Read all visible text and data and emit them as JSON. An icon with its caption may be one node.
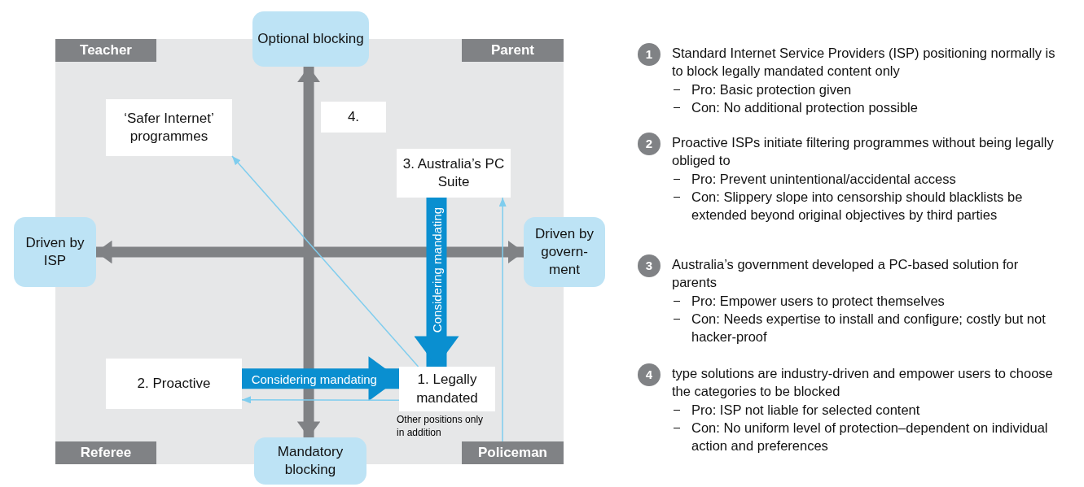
{
  "diagram": {
    "nodes": [
      {
        "text": [
          "Teacher"
        ]
      },
      {
        "text": [
          "Parent"
        ]
      },
      {
        "text": [
          "Optional blocking"
        ]
      },
      {
        "text": [
          "Driven by ISP"
        ]
      },
      {
        "text": [
          "Driven by govern-ment"
        ]
      },
      {
        "text": [
          "Mandatory blocking"
        ]
      },
      {
        "text": [
          "Referee"
        ]
      },
      {
        "text": [
          "Policeman"
        ]
      },
      {
        "text": [
          "‘Safer Internet’ programmes"
        ]
      },
      {
        "text": [
          "4."
        ]
      },
      {
        "text": [
          "3. Australia’s PC Suite"
        ]
      },
      {
        "text": [
          "2. Proactive"
        ]
      },
      {
        "text": [
          "1. Legally mandated"
        ]
      },
      {
        "text": [
          "1"
        ],
        "beside": [
          "Standard Internet Service Providers (ISP) positioning normally is to block legally mandated content only",
          "Pro: Basic protection given",
          "Con: No additional protection possible"
        ]
      },
      {
        "text": [
          "2"
        ],
        "beside": [
          "Proactive ISPs initiate filtering programmes without being legally obliged to",
          "Pro: Prevent unintentional/accidental access",
          "Con: Slippery slope into censorship should blacklists be extended beyond original objectives by third parties"
        ]
      },
      {
        "text": [
          "3"
        ],
        "beside": [
          "Australia’s government developed a PC-based solution for parents",
          "Pro: Empower users to protect themselves",
          "Con: Needs expertise to install and configure; costly but not hacker-proof"
        ]
      },
      {
        "text": [
          "4"
        ],
        "beside": [
          "type solutions are industry-driven and empower users to choose the categories to be blocked",
          "Pro: ISP not liable for selected content",
          "Con: No uniform level of protection–dependent on individual action and preferences"
        ]
      }
    ],
    "edges": [
      {
        "from": 5,
        "to": 2,
        "arrow": "both",
        "color": "#808285"
      },
      {
        "from": 3,
        "to": 4,
        "arrow": "both",
        "color": "#808285"
      },
      {
        "from": 11,
        "to": 12,
        "arrow": "to",
        "label": "Considering mandating",
        "style": "thick",
        "color": "#0a8fd0"
      },
      {
        "from": 10,
        "to": 12,
        "arrow": "to",
        "label": "Considering mandating",
        "style": "thick",
        "color": "#0a8fd0"
      },
      {
        "from": 12,
        "to": 8,
        "arrow": "to"
      },
      {
        "from": 12,
        "to": 11,
        "arrow": "to"
      },
      {
        "from": 7,
        "to": 10,
        "arrow": "to"
      }
    ],
    "labels": [
      "Other positions only in addition"
    ]
  }
}
